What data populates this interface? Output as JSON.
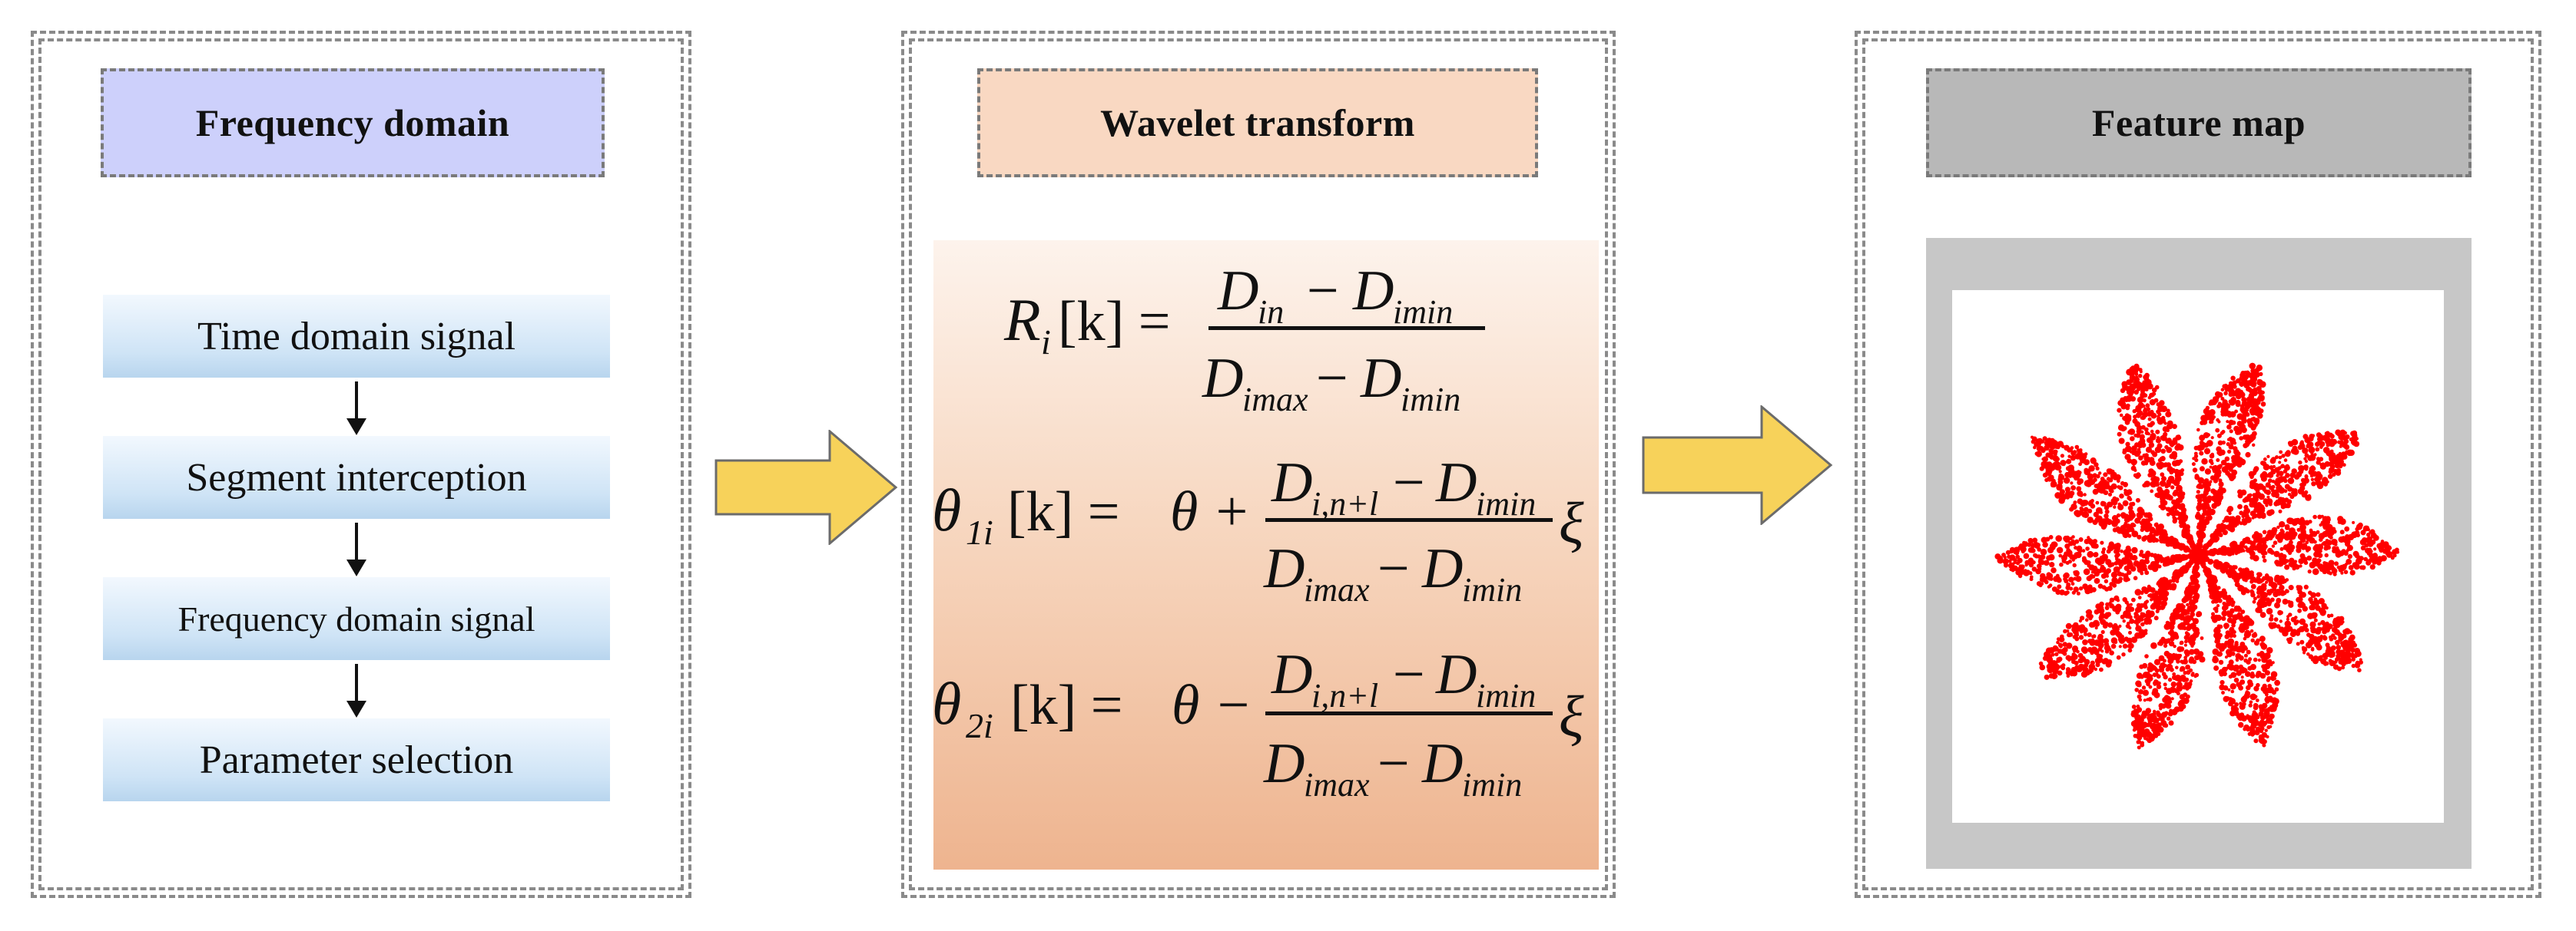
{
  "panels": {
    "frequency": {
      "title": "Frequency domain",
      "steps": [
        "Time domain signal",
        "Segment interception",
        "Frequency domain signal",
        "Parameter selection"
      ]
    },
    "wavelet": {
      "title": "Wavelet transform",
      "formulas": {
        "f1": {
          "lhs_var": "R",
          "lhs_sub": "i",
          "lhs_arg": "[k] =",
          "num": {
            "a": "D",
            "a_sub": "in",
            "op": "−",
            "b": "D",
            "b_sub": "imin"
          },
          "den": {
            "a": "D",
            "a_sub": "imax",
            "op": "−",
            "b": "D",
            "b_sub": "imin"
          }
        },
        "f2": {
          "lhs_var": "θ",
          "lhs_sub": "1i",
          "lhs_arg": "[k] =",
          "rhs_prefix": "θ +",
          "num": {
            "a": "D",
            "a_sub": "i,n+l",
            "op": "−",
            "b": "D",
            "b_sub": "imin"
          },
          "den": {
            "a": "D",
            "a_sub": "imax",
            "op": "−",
            "b": "D",
            "b_sub": "imin"
          },
          "suffix": "ξ"
        },
        "f3": {
          "lhs_var": "θ",
          "lhs_sub": "2i",
          "lhs_arg": "[k] =",
          "rhs_prefix": "θ −",
          "num": {
            "a": "D",
            "a_sub": "i,n+l",
            "op": "−",
            "b": "D",
            "b_sub": "imin"
          },
          "den": {
            "a": "D",
            "a_sub": "imax",
            "op": "−",
            "b": "D",
            "b_sub": "imin"
          },
          "suffix": "ξ"
        }
      }
    },
    "feature": {
      "title": "Feature map",
      "image": {
        "petals": 10,
        "color": "#ff0000"
      }
    }
  },
  "colors": {
    "frequency_header": "#cdd0fb",
    "wavelet_header": "#f9d8c2",
    "feature_header": "#b8b8b8",
    "arrow_fill": "#f7d25a",
    "arrow_stroke": "#6b6b6b",
    "step_fill": "#cfe4f6"
  }
}
